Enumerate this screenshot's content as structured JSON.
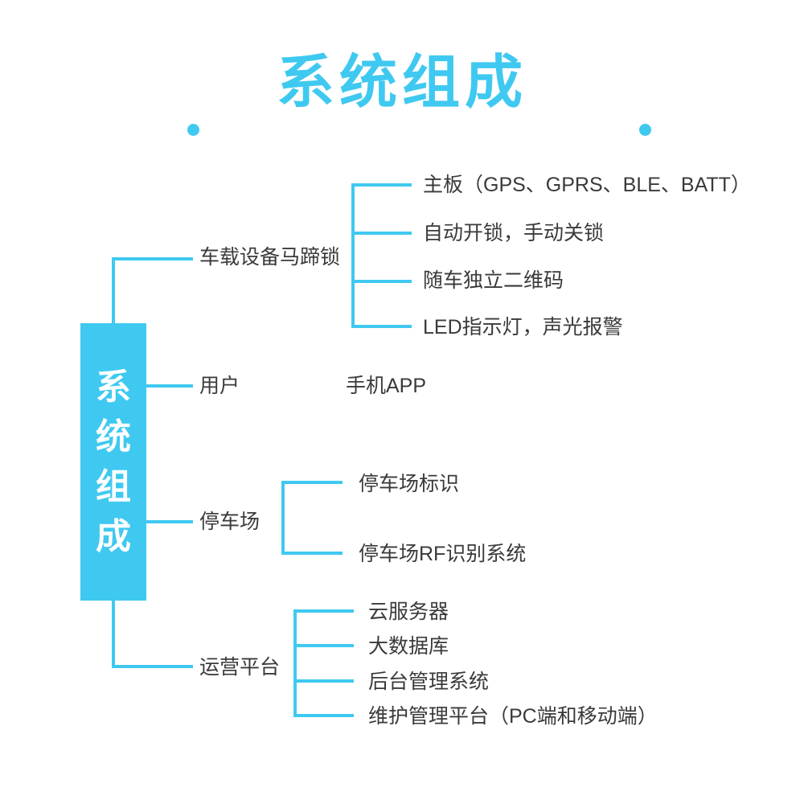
{
  "title": {
    "text": "系统组成",
    "color": "#3FC9F0",
    "left_dot": "dot",
    "right_dot": "dot"
  },
  "root": {
    "label": "系统组成",
    "chars": [
      "系",
      "统",
      "组",
      "成"
    ],
    "bg_color": "#3FC9F0",
    "text_color": "#ffffff"
  },
  "theme": {
    "accent": "#3FC9F0",
    "text": "#3a3a3a",
    "background": "#ffffff"
  },
  "branches": [
    {
      "label": "车载设备马蹄锁",
      "children": [
        "主板（GPS、GPRS、BLE、BATT）",
        "自动开锁，手动关锁",
        "随车独立二维码",
        "LED指示灯，声光报警"
      ]
    },
    {
      "label": "用户",
      "children": [
        "手机APP"
      ]
    },
    {
      "label": "停车场",
      "children": [
        "停车场标识",
        "停车场RF识别系统"
      ]
    },
    {
      "label": "运营平台",
      "children": [
        "云服务器",
        "大数据库",
        "后台管理系统",
        "维护管理平台（PC端和移动端）"
      ]
    }
  ]
}
